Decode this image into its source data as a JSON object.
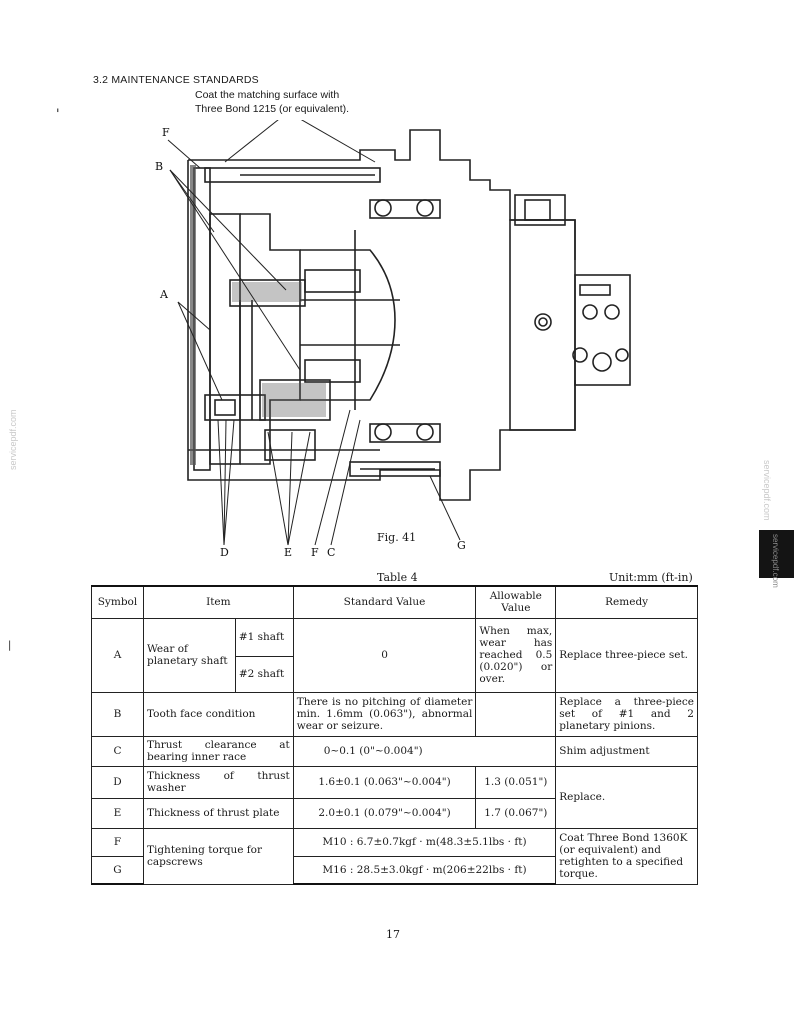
{
  "header": {
    "section_title": "3.2 MAINTENANCE STANDARDS",
    "coat_note": "Coat the matching surface with\nThree Bond 1215 (or equivalent)."
  },
  "figure": {
    "caption": "Fig. 41",
    "callouts": {
      "F_top": "F",
      "B": "B",
      "A": "A",
      "D": "D",
      "E": "E",
      "F_bottom": "F",
      "C": "C",
      "G": "G"
    }
  },
  "watermarks": {
    "left": "servicepdf.com",
    "right": "servicepdf.com",
    "tab": "servicepdf.com"
  },
  "table": {
    "caption": "Table 4",
    "unit": "Unit:mm (ft-in)",
    "headers": {
      "symbol": "Symbol",
      "item": "Item",
      "standard_value": "Standard Value",
      "allowable_value": "Allowable Value",
      "remedy": "Remedy"
    },
    "rows": {
      "A": {
        "symbol": "A",
        "item": "Wear of planetary shaft",
        "sub1": "#1 shaft",
        "sub2": "#2 shaft",
        "standard": "0",
        "allowable": "When max, wear has reached 0.5 (0.020\") or over.",
        "remedy": "Replace three-piece set."
      },
      "B": {
        "symbol": "B",
        "item": "Tooth face condition",
        "standard": "There is no pitching of diameter min. 1.6mm (0.063\"), abnormal wear or seizure.",
        "allowable": "",
        "remedy": "Replace a three-piece set of #1 and 2 planetary pinions."
      },
      "C": {
        "symbol": "C",
        "item": "Thrust clearance at bearing inner race",
        "standard": "0~0.1 (0\"~0.004\")",
        "remedy": "Shim adjustment"
      },
      "D": {
        "symbol": "D",
        "item": "Thickness of thrust washer",
        "standard": "1.6±0.1 (0.063\"~0.004\")",
        "allowable": "1.3 (0.051\")",
        "remedy": "Replace."
      },
      "E": {
        "symbol": "E",
        "item": "Thickness of thrust plate",
        "standard": "2.0±0.1 (0.079\"~0.004\")",
        "allowable": "1.7 (0.067\")"
      },
      "F": {
        "symbol": "F",
        "item": "Tightening torque for capscrews",
        "standard": "M10 : 6.7±0.7kgf · m(48.3±5.1lbs · ft)",
        "remedy": "Coat Three Bond 1360K (or equivalent) and retighten to a specified torque."
      },
      "G": {
        "symbol": "G",
        "standard": "M16 : 28.5±3.0kgf · m(206±22lbs · ft)"
      }
    }
  },
  "page_number": "17"
}
